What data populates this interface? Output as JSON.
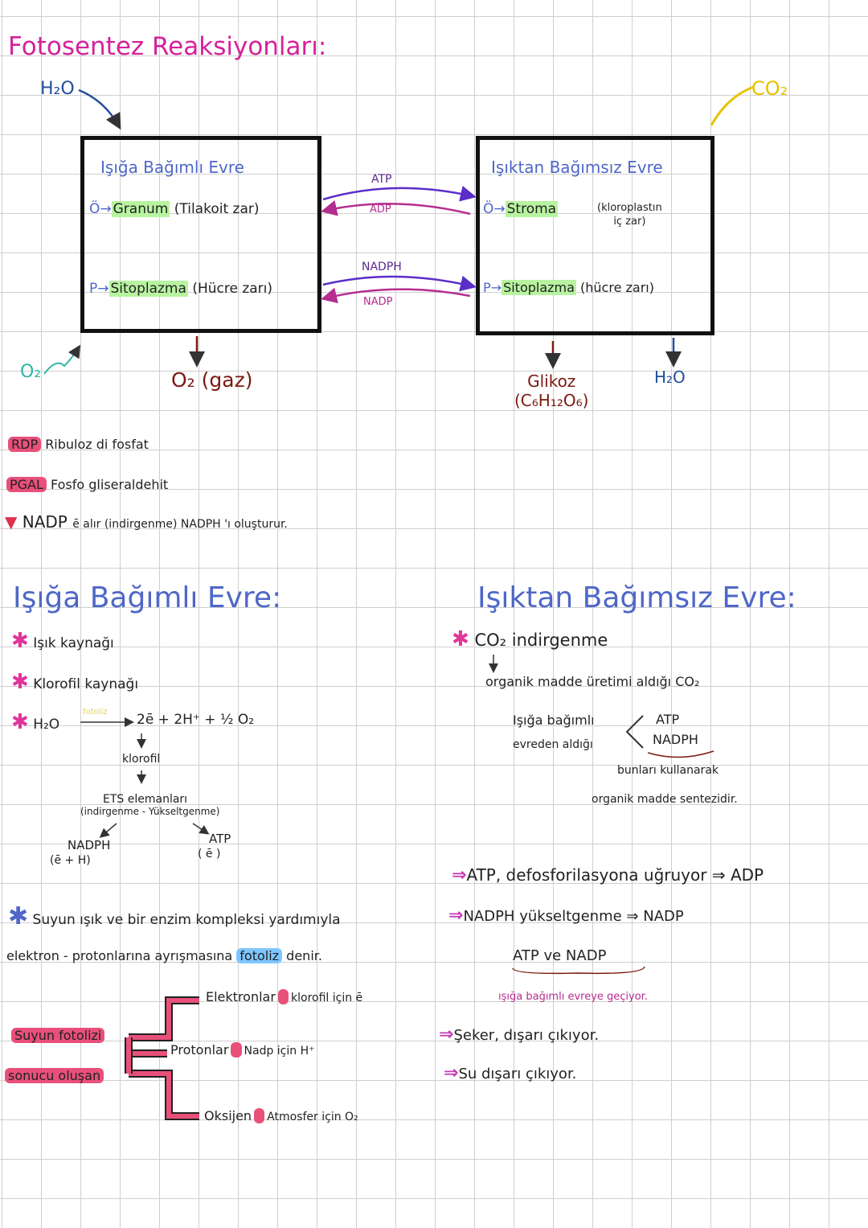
{
  "title": "Fotosentez Reaksiyonları:",
  "top": {
    "h2o_in": "H₂O",
    "co2_in": "CO₂",
    "o2_side": "O₂",
    "light_box": {
      "title": "Işığa Bağımlı Evre",
      "o_prefix": "Ö→",
      "o_place": "Granum",
      "o_note": "(Tilakoit zar)",
      "p_prefix": "P→",
      "p_place": "Sitoplazma",
      "p_note": "(Hücre zarı)"
    },
    "dark_box": {
      "title": "Işıktan Bağımsız Evre",
      "o_prefix": "Ö→",
      "o_place": "Stroma",
      "o_note_1": "(kloroplastın",
      "o_note_2": "iç zar)",
      "p_prefix": "P→",
      "p_place": "Sitoplazma",
      "p_note": "(hücre zarı)"
    },
    "exchange": {
      "atp": "ATP",
      "adp": "ADP",
      "nadph": "NADPH",
      "nadp": "NADP"
    },
    "out_left": "O₂ (gaz)",
    "out_mid_1": "Glikoz",
    "out_mid_2": "(C₆H₁₂O₆)",
    "out_right": "H₂O"
  },
  "defs": [
    {
      "term": "RDP",
      "text": "Ribuloz di fosfat"
    },
    {
      "term": "PGAL",
      "text": "Fosfo gliseraldehit"
    }
  ],
  "note": {
    "term": "NADP",
    "text": "ē alır (indirgenme) NADPH 'ı oluşturur."
  },
  "left": {
    "title": "Işığa Bağımlı Evre:",
    "items": [
      "Işık kaynağı",
      "Klorofil kaynağı"
    ],
    "reaction": {
      "left": "H₂O",
      "over_arrow": "fotoliz",
      "right": "2ē + 2H⁺ + ½ O₂",
      "step1": "klorofil",
      "step2": "ETS elemanları",
      "step3": "(indirgenme - Yükseltgenme)",
      "prod1": "NADPH",
      "prod1_note": "(ē + H)",
      "prod2": "ATP",
      "prod2_note": "( ē )"
    },
    "fotoliz_line1": "Suyun ışık ve bir enzim kompleksi yardımıyla",
    "fotoliz_line2_a": "elektron - protonlarına ayrışmasına",
    "fotoliz_word": "fotoliz",
    "fotoliz_line2_b": "denir.",
    "tree_label_1": "Suyun fotolizi",
    "tree_label_2": "sonucu oluşan",
    "branches": [
      {
        "name": "Elektronlar",
        "text": "klorofil için ē"
      },
      {
        "name": "Protonlar",
        "text": "Nadp için H⁺"
      },
      {
        "name": "Oksijen",
        "text": "Atmosfer için O₂"
      }
    ]
  },
  "right": {
    "title": "Işıktan Bağımsız Evre:",
    "item": "CO₂ indirgenme",
    "line2": "organik madde üretimi aldığı CO₂",
    "from_1": "Işığa bağımlı",
    "from_2": "evreden aldığı",
    "atp": "ATP",
    "nadph": "NADPH",
    "use_1": "bunları kullanarak",
    "use_2": "organik madde sentezidir.",
    "arrows": [
      "ATP, defosforilasyona uğruyor ⇒ ADP",
      "NADPH yükseltgenme ⇒ NADP"
    ],
    "atp_nadp": "ATP ve NADP",
    "goes_back": "ışığa bağımlı evreye geçiyor.",
    "arrows2": [
      "Şeker, dışarı çıkıyor.",
      "Su dışarı çıkıyor."
    ]
  }
}
